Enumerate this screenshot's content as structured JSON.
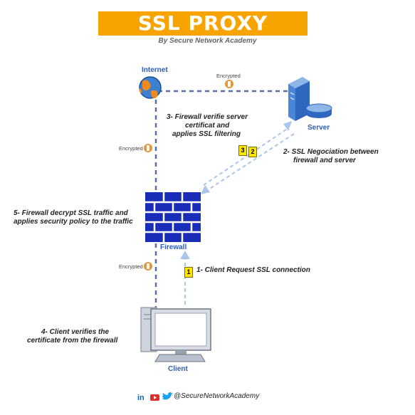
{
  "header": {
    "title": "SSL PROXY PROCESS",
    "subtitle": "By Secure Network Academy"
  },
  "nodes": {
    "internet": "Internet",
    "server": "Server",
    "firewall": "Firewall",
    "client": "Client"
  },
  "encrypted_label": "Encrypted",
  "steps": {
    "step1": "1- Client Request SSL connection",
    "step2_line1": "2- SSL Negociation between",
    "step2_line2": "firewall and server",
    "step3_line1": "3- Firewall verifie server",
    "step3_line2": "certificat and",
    "step3_line3": "applies SSL filtering",
    "step4_line1": "4- Client verifies the",
    "step4_line2": "certificate from the firewall",
    "step5_line1": "5- Firewall decrypt SSL traffic and",
    "step5_line2": "applies security policy to the traffic"
  },
  "badges": {
    "b1": "1",
    "b2": "2",
    "b3": "3"
  },
  "footer": {
    "handle": "@SecureNetworkAcademy",
    "icons": [
      "linkedin-icon",
      "youtube-icon",
      "twitter-icon"
    ],
    "linkedin_text": "in"
  },
  "colors": {
    "title_bg": "#f7a300",
    "line_dark": "#5a6fa8",
    "line_light": "#a9c6ea",
    "label_blue": "#2b5db8",
    "firewall_blue": "#1a2db8",
    "lock_orange": "#e8943a"
  }
}
